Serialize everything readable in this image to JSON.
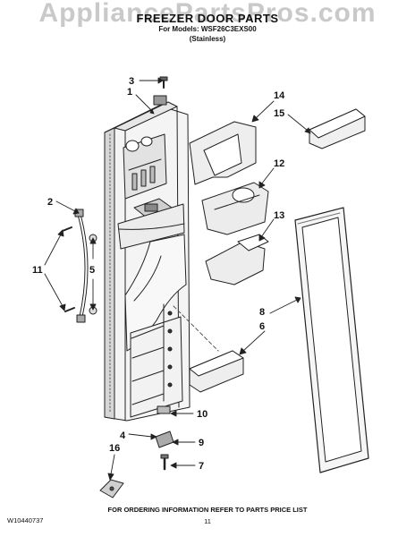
{
  "watermark": "AppliancePartsPros.com",
  "header": {
    "title": "FREEZER DOOR PARTS",
    "model_line": "For Models: WSF26C3EXS00",
    "finish": "(Stainless)"
  },
  "callouts": [
    {
      "id": "c3",
      "label": "3"
    },
    {
      "id": "c1",
      "label": "1"
    },
    {
      "id": "c14",
      "label": "14"
    },
    {
      "id": "c15",
      "label": "15"
    },
    {
      "id": "c12",
      "label": "12"
    },
    {
      "id": "c13",
      "label": "13"
    },
    {
      "id": "c2",
      "label": "2"
    },
    {
      "id": "c11",
      "label": "11"
    },
    {
      "id": "c5",
      "label": "5"
    },
    {
      "id": "c8",
      "label": "8"
    },
    {
      "id": "c6",
      "label": "6"
    },
    {
      "id": "c10",
      "label": "10"
    },
    {
      "id": "c4",
      "label": "4"
    },
    {
      "id": "c9",
      "label": "9"
    },
    {
      "id": "c16",
      "label": "16"
    },
    {
      "id": "c7",
      "label": "7"
    }
  ],
  "footer": {
    "ordering_note": "FOR ORDERING INFORMATION REFER TO PARTS PRICE LIST",
    "doc_number": "W10440737",
    "page_number": "11"
  }
}
